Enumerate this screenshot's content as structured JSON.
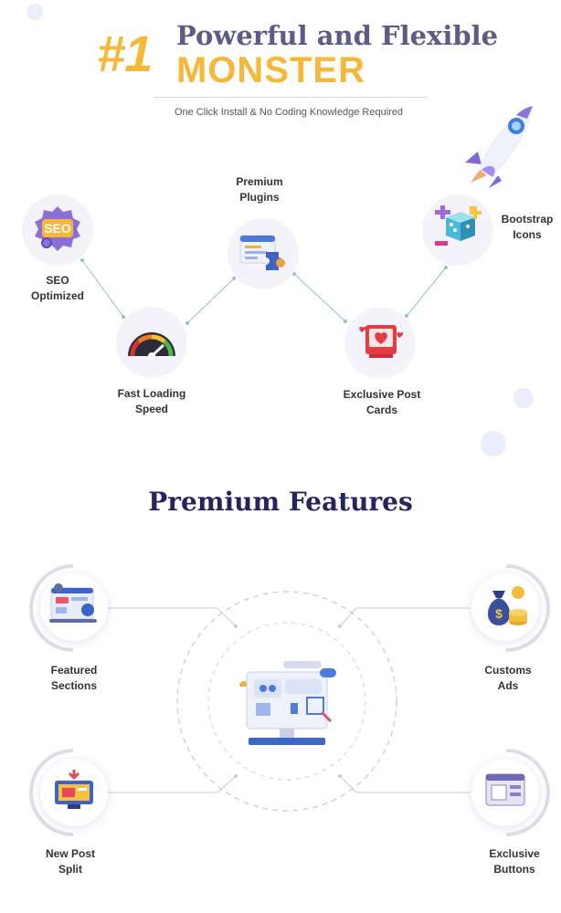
{
  "header": {
    "rank": "#1",
    "title_line1": "Powerful and Flexible",
    "title_line2": "MONSTER",
    "subtitle": "One Click Install & No Coding Knowledge Required"
  },
  "features": [
    {
      "label_lines": [
        "SEO",
        "Optimized"
      ],
      "icon": "seo-badge-icon"
    },
    {
      "label_lines": [
        "Fast Loading",
        "Speed"
      ],
      "icon": "speedometer-icon"
    },
    {
      "label_lines": [
        "Premium",
        "Plugins"
      ],
      "icon": "plugin-window-icon"
    },
    {
      "label_lines": [
        "Exclusive Post",
        "Cards"
      ],
      "icon": "heart-card-icon"
    },
    {
      "label_lines": [
        "Bootstrap",
        "Icons"
      ],
      "icon": "icon-cubes-icon"
    }
  ],
  "premium": {
    "title": "Premium Features",
    "center_icon": "computer-dashboard-icon",
    "items": [
      {
        "label_lines": [
          "Featured",
          "Sections"
        ],
        "icon": "browser-sections-icon"
      },
      {
        "label_lines": [
          "Customs",
          "Ads"
        ],
        "icon": "money-bag-icon"
      },
      {
        "label_lines": [
          "New Post",
          "Split"
        ],
        "icon": "monitor-download-icon"
      },
      {
        "label_lines": [
          "Exclusive",
          "Buttons"
        ],
        "icon": "window-button-icon"
      }
    ]
  },
  "decor": {
    "rocket": "rocket-icon"
  },
  "colors": {
    "accent_yellow": "#f5b83a",
    "title_purple": "#5e5b86",
    "heading_navy": "#25245e",
    "connector": "#8fc3cf"
  }
}
